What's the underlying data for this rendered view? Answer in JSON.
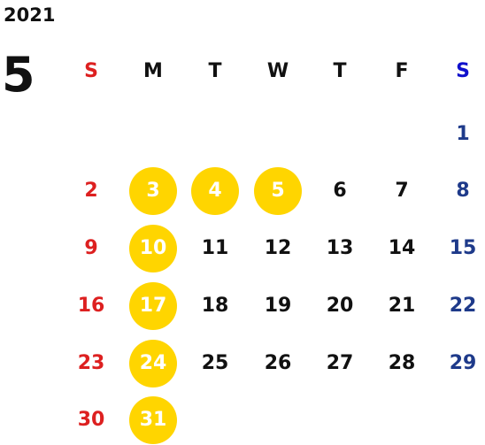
{
  "calendar": {
    "year": "2021",
    "month": "5",
    "weekday_labels": [
      "S",
      "M",
      "T",
      "W",
      "T",
      "F",
      "S"
    ],
    "weeks": [
      [
        "",
        "",
        "",
        "",
        "",
        "",
        "1"
      ],
      [
        "2",
        "3",
        "4",
        "5",
        "6",
        "7",
        "8"
      ],
      [
        "9",
        "10",
        "11",
        "12",
        "13",
        "14",
        "15"
      ],
      [
        "16",
        "17",
        "18",
        "19",
        "20",
        "21",
        "22"
      ],
      [
        "23",
        "24",
        "25",
        "26",
        "27",
        "28",
        "29"
      ],
      [
        "30",
        "31",
        "",
        "",
        "",
        "",
        ""
      ]
    ],
    "highlighted_days": [
      "3",
      "4",
      "5",
      "10",
      "17",
      "24",
      "31"
    ]
  },
  "colors": {
    "sunday": "#DD2020",
    "weekday": "#111111",
    "saturday_label": "#1010CC",
    "saturday": "#1E3A8A",
    "highlight": "#FFD500",
    "highlight_text": "#FFFFFF"
  }
}
